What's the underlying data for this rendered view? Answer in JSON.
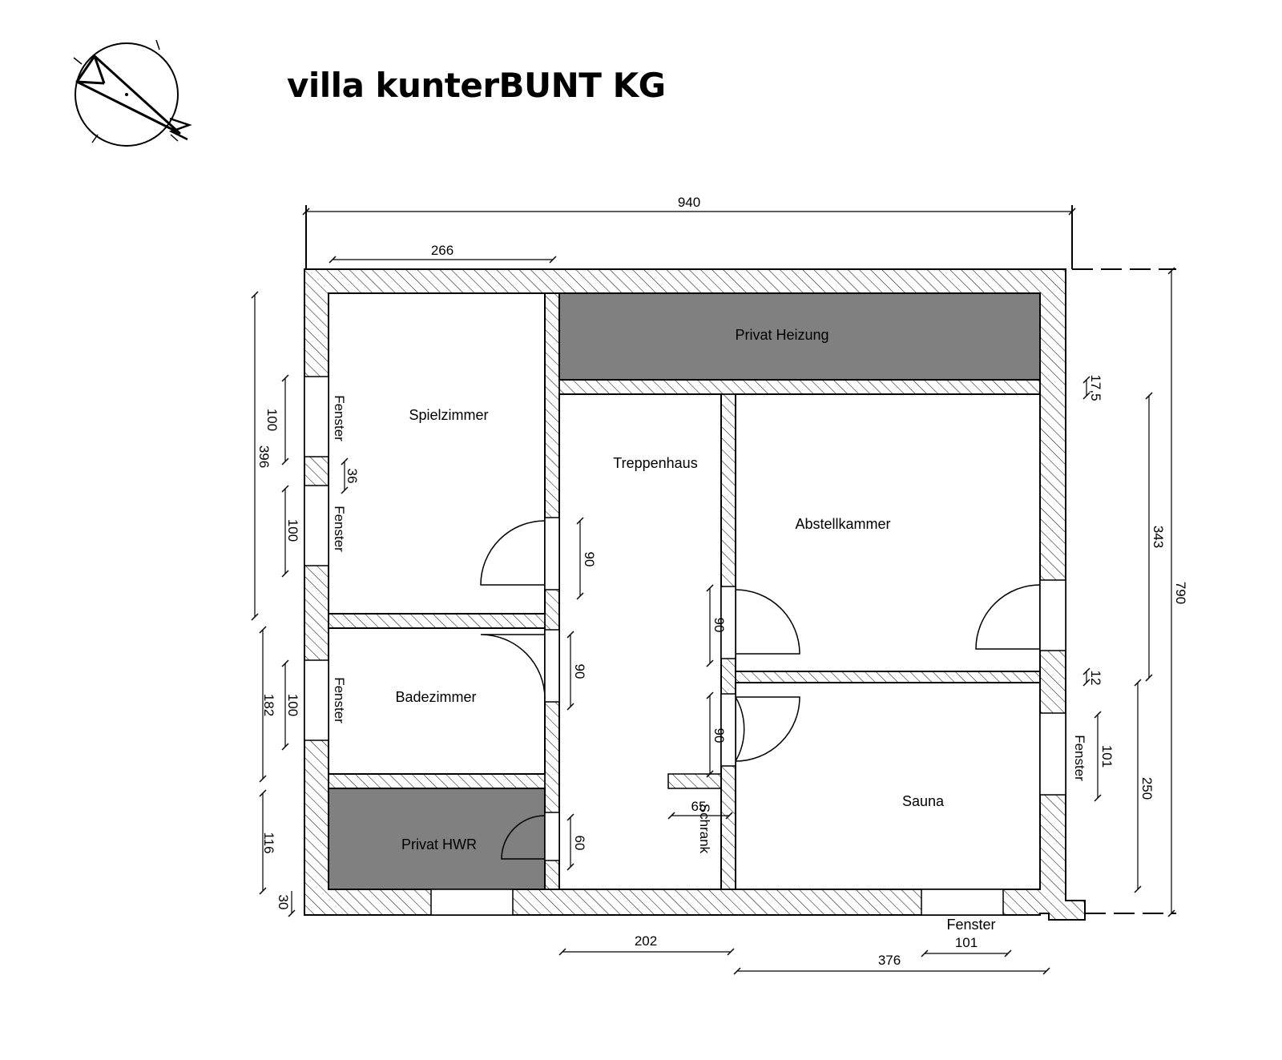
{
  "header": {
    "title": "villa kunterBUNT KG"
  },
  "colors": {
    "hatch": "#000000",
    "private_fill": "#808080",
    "line": "#000000"
  },
  "compass": {
    "icon": "north-arrow-icon"
  },
  "rooms": {
    "spielzimmer": "Spielzimmer",
    "privat_heizung": "Privat Heizung",
    "treppenhaus": "Treppenhaus",
    "abstellkammer": "Abstellkammer",
    "badezimmer": "Badezimmer",
    "privat_hwr": "Privat HWR",
    "sauna": "Sauna",
    "schrank": "Schrank"
  },
  "windows": {
    "spiel_1": "Fenster",
    "spiel_2": "Fenster",
    "bad": "Fenster",
    "sauna_side": "Fenster",
    "bottom": "Fenster"
  },
  "dimensions": {
    "total_width": "940",
    "spiel_width": "266",
    "left_total": "396",
    "win_100_a": "100",
    "pier_36": "36",
    "win_100_b": "100",
    "bad_182": "182",
    "bad_win_100": "100",
    "hwr_116": "116",
    "bottom_30": "30",
    "door_90_a": "90",
    "door_90_b": "90",
    "door_90_c": "90",
    "door_90_d": "90",
    "door_60": "60",
    "schrank_65": "65",
    "bottom_202": "202",
    "bottom_376": "376",
    "bottom_101": "101",
    "right_17_5": "17,5",
    "right_343": "343",
    "right_790": "790",
    "right_12": "12",
    "right_101": "101",
    "right_250": "250"
  }
}
